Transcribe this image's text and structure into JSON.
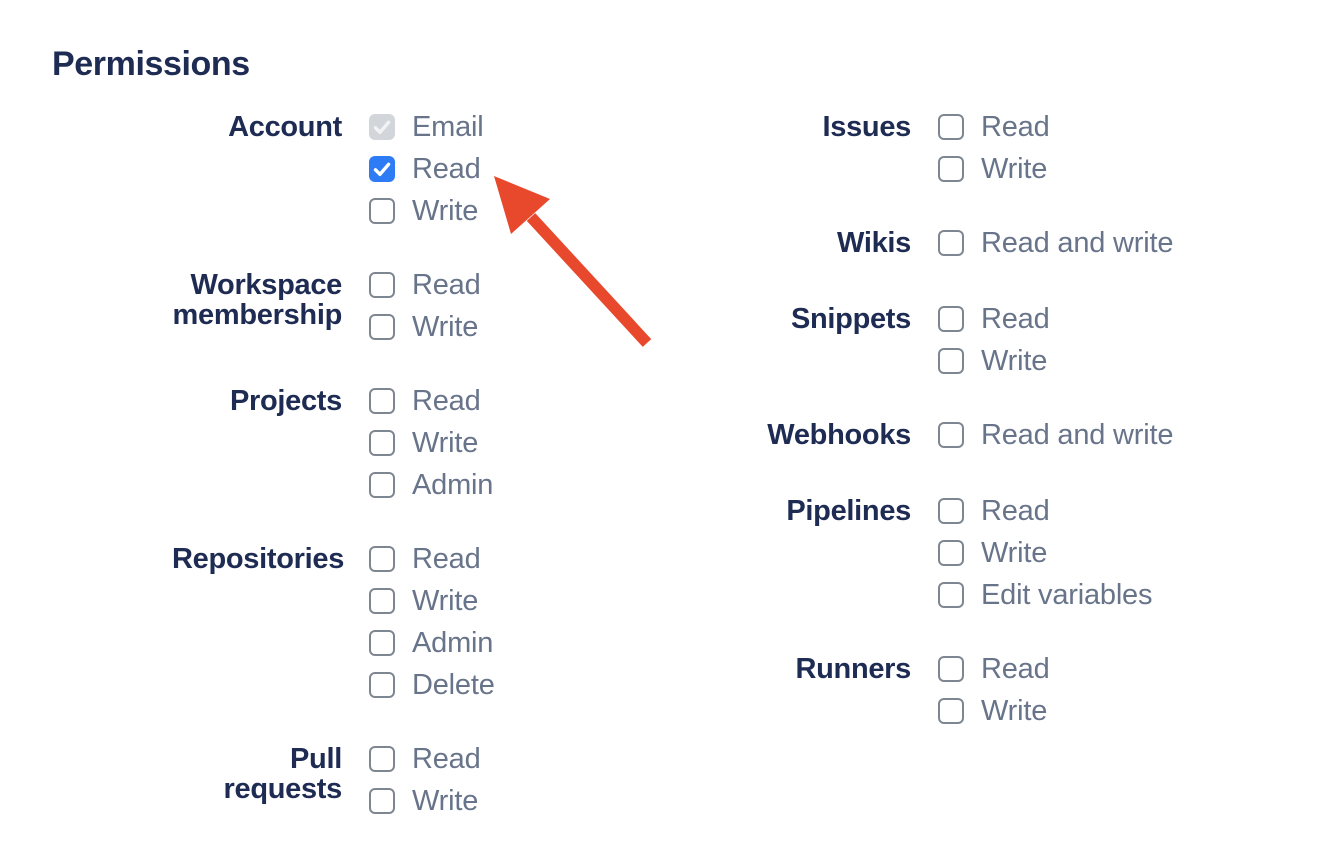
{
  "page_title": "Permissions",
  "colors": {
    "heading_navy": "#1e2b52",
    "row_text": "#68748a",
    "checkbox_border": "#7e8791",
    "checked_blue": "#2e7cf5",
    "checked_check": "#ffffff",
    "disabled_bg": "#d2d6db",
    "disabled_check": "#f2f3f5",
    "arrow_red": "#e8492d"
  },
  "permissions": {
    "heading": "Permissions",
    "columns": [
      {
        "groups": [
          {
            "label": "Account",
            "items": [
              {
                "label": "Email",
                "state": "disabled_checked"
              },
              {
                "label": "Read",
                "state": "checked"
              },
              {
                "label": "Write",
                "state": "unchecked"
              }
            ]
          },
          {
            "label": "Workspace membership",
            "items": [
              {
                "label": "Read",
                "state": "unchecked"
              },
              {
                "label": "Write",
                "state": "unchecked"
              }
            ]
          },
          {
            "label": "Projects",
            "items": [
              {
                "label": "Read",
                "state": "unchecked"
              },
              {
                "label": "Write",
                "state": "unchecked"
              },
              {
                "label": "Admin",
                "state": "unchecked"
              }
            ]
          },
          {
            "label": "Repositories",
            "items": [
              {
                "label": "Read",
                "state": "unchecked"
              },
              {
                "label": "Write",
                "state": "unchecked"
              },
              {
                "label": "Admin",
                "state": "unchecked"
              },
              {
                "label": "Delete",
                "state": "unchecked"
              }
            ]
          },
          {
            "label": "Pull requests",
            "items": [
              {
                "label": "Read",
                "state": "unchecked"
              },
              {
                "label": "Write",
                "state": "unchecked"
              }
            ]
          }
        ]
      },
      {
        "groups": [
          {
            "label": "Issues",
            "items": [
              {
                "label": "Read",
                "state": "unchecked"
              },
              {
                "label": "Write",
                "state": "unchecked"
              }
            ]
          },
          {
            "label": "Wikis",
            "items": [
              {
                "label": "Read and write",
                "state": "unchecked"
              }
            ]
          },
          {
            "label": "Snippets",
            "items": [
              {
                "label": "Read",
                "state": "unchecked"
              },
              {
                "label": "Write",
                "state": "unchecked"
              }
            ]
          },
          {
            "label": "Webhooks",
            "items": [
              {
                "label": "Read and write",
                "state": "unchecked"
              }
            ]
          },
          {
            "label": "Pipelines",
            "items": [
              {
                "label": "Read",
                "state": "unchecked"
              },
              {
                "label": "Write",
                "state": "unchecked"
              },
              {
                "label": "Edit variables",
                "state": "unchecked"
              }
            ]
          },
          {
            "label": "Runners",
            "items": [
              {
                "label": "Read",
                "state": "unchecked"
              },
              {
                "label": "Write",
                "state": "unchecked"
              }
            ]
          }
        ]
      }
    ]
  },
  "annotation": {
    "type": "arrow",
    "points_to": "account-read-checkbox"
  }
}
